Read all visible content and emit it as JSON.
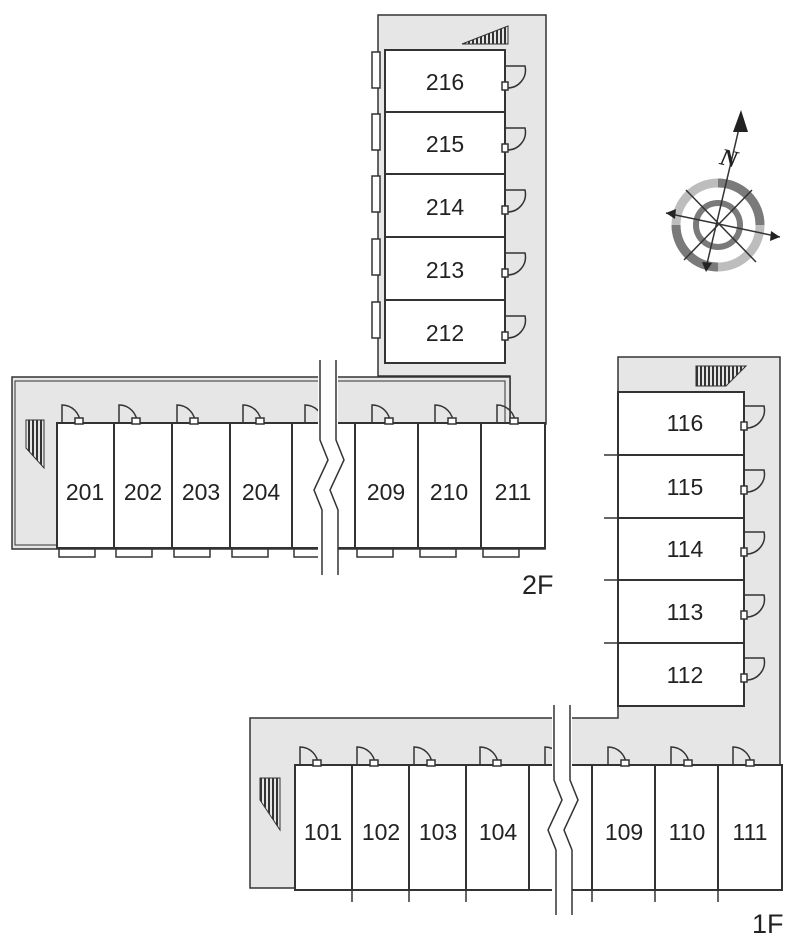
{
  "floor_2": {
    "label": "2F",
    "vertical_block_units": [
      "216",
      "215",
      "214",
      "213",
      "212"
    ],
    "horizontal_block_units": [
      "201",
      "202",
      "203",
      "204",
      "",
      "209",
      "210",
      "211"
    ]
  },
  "floor_1": {
    "label": "1F",
    "vertical_block_units": [
      "116",
      "115",
      "114",
      "113",
      "112"
    ],
    "horizontal_block_units": [
      "101",
      "102",
      "103",
      "104",
      "",
      "109",
      "110",
      "111"
    ]
  },
  "compass": {
    "north_label": "N"
  },
  "colors": {
    "corridor": "#e6e6e6",
    "wall": "#333333",
    "unit_fill": "#ffffff",
    "compass_dark": "#7a7a7a",
    "compass_light": "#bdbdbd"
  }
}
